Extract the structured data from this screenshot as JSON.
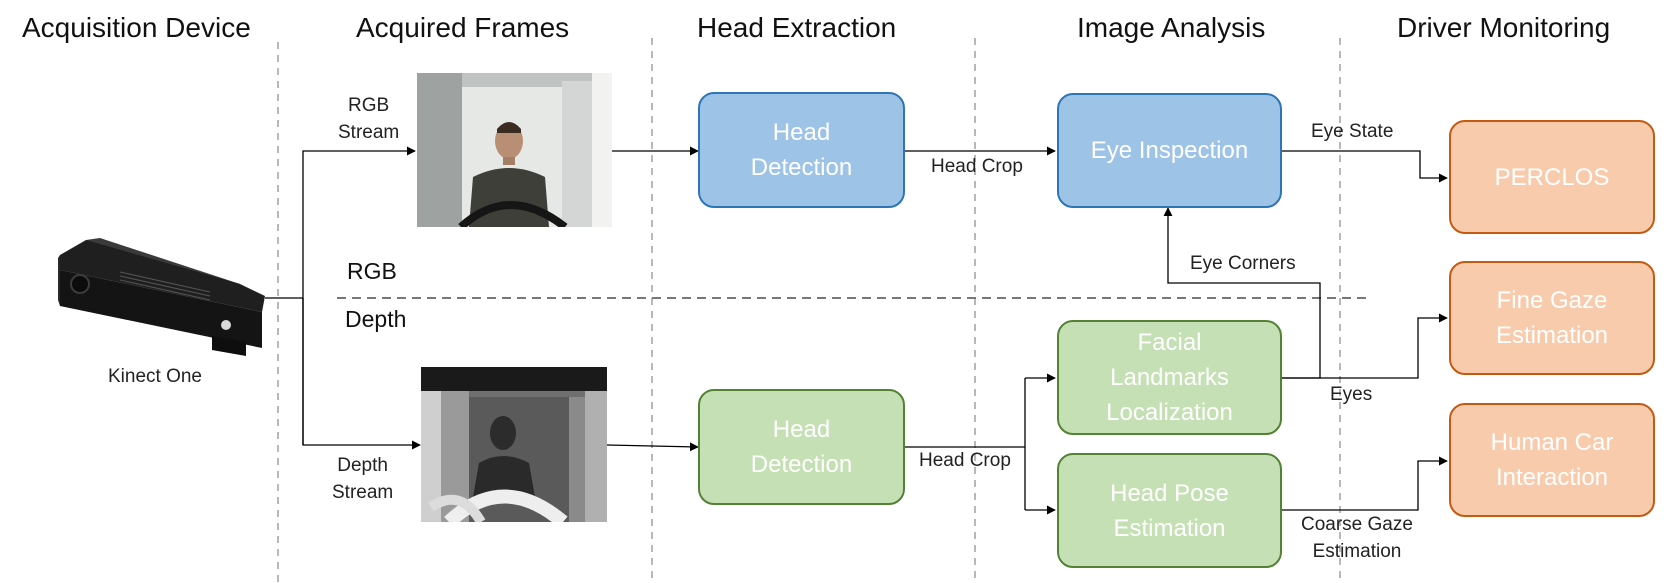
{
  "columns": {
    "acquisition_device": "Acquisition Device",
    "acquired_frames": "Acquired Frames",
    "head_extraction": "Head Extraction",
    "image_analysis": "Image Analysis",
    "driver_monitoring": "Driver Monitoring"
  },
  "device": {
    "caption": "Kinect One"
  },
  "streams": {
    "rgb_line1": "RGB",
    "rgb_line2": "Stream",
    "depth_line1": "Depth",
    "depth_line2": "Stream"
  },
  "regions": {
    "rgb": "RGB",
    "depth": "Depth"
  },
  "boxes": {
    "rgb_head_detection": [
      "Head",
      "Detection"
    ],
    "eye_inspection": "Eye Inspection",
    "perclos": "PERCLOS",
    "depth_head_detection": [
      "Head",
      "Detection"
    ],
    "facial_landmarks": [
      "Facial",
      "Landmarks",
      "Localization"
    ],
    "head_pose": [
      "Head Pose",
      "Estimation"
    ],
    "fine_gaze": [
      "Fine Gaze",
      "Estimation"
    ],
    "human_car": [
      "Human Car",
      "Interaction"
    ]
  },
  "edges": {
    "head_crop_rgb": "Head Crop",
    "head_crop_depth": "Head Crop",
    "eye_state": "Eye State",
    "eye_corners": "Eye Corners",
    "eyes": "Eyes",
    "coarse_gaze_line1": "Coarse Gaze",
    "coarse_gaze_line2": "Estimation"
  },
  "colors": {
    "rgb_fill": "#9dc3e6",
    "rgb_border": "#2e75b6",
    "depth_fill": "#c5e0b4",
    "depth_border": "#548235",
    "output_fill": "#f8cbad",
    "output_border": "#c55a11",
    "divider": "#999999"
  }
}
